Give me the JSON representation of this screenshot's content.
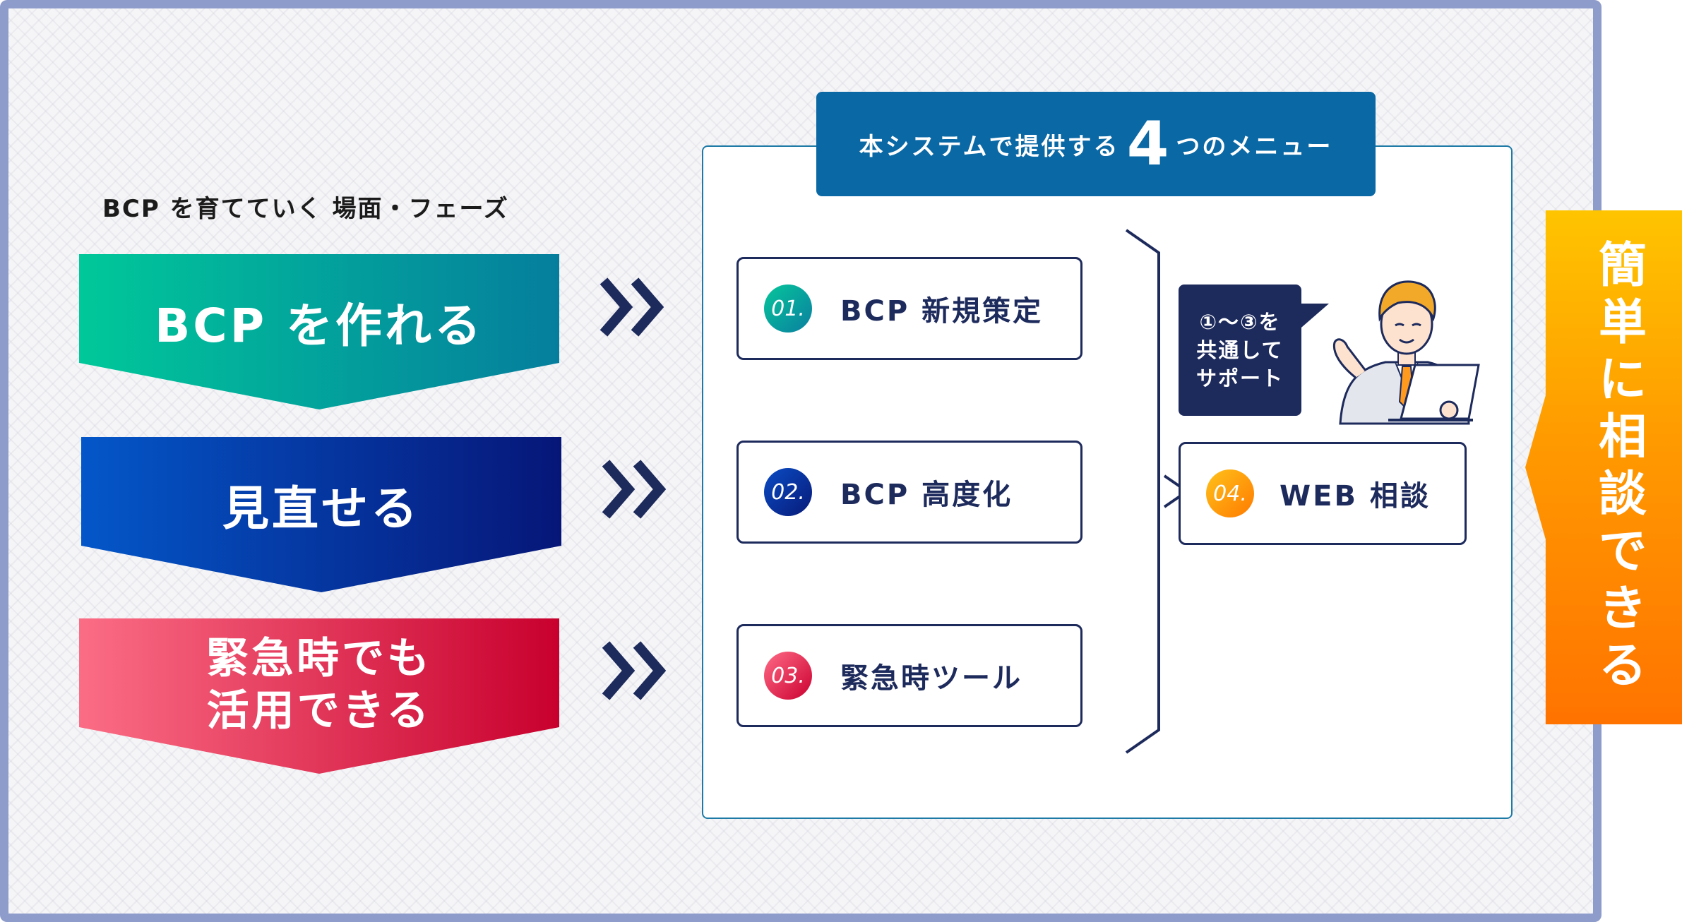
{
  "phases": {
    "heading": "BCP を育てていく 場面・フェーズ",
    "items": [
      {
        "label": "BCP を作れる"
      },
      {
        "label": "見直せる"
      },
      {
        "label": "緊急時でも\n活用できる"
      }
    ]
  },
  "panel": {
    "banner_prefix": "本システムで提供する",
    "banner_number": "4",
    "banner_suffix": "つのメニュー"
  },
  "menus": [
    {
      "number": "01.",
      "label": "BCP 新規策定"
    },
    {
      "number": "02.",
      "label": "BCP 高度化"
    },
    {
      "number": "03.",
      "label": "緊急時ツール"
    },
    {
      "number": "04.",
      "label": "WEB 相談"
    }
  ],
  "bubble": {
    "text": "①〜③を\n共通して\nサポート"
  },
  "side_banner": {
    "text": "簡単に相談できる"
  },
  "colors": {
    "frame_border": "#8e9ccb",
    "navy": "#1d2a5c",
    "teal_start": "#00c89a",
    "teal_end": "#057e9d",
    "blue_start": "#0457c9",
    "blue_end": "#061678",
    "red_start": "#fb6d85",
    "red_end": "#c8002d",
    "banner_blue": "#0a68a5",
    "orange_start": "#ffc400",
    "orange_end": "#ff7300"
  }
}
